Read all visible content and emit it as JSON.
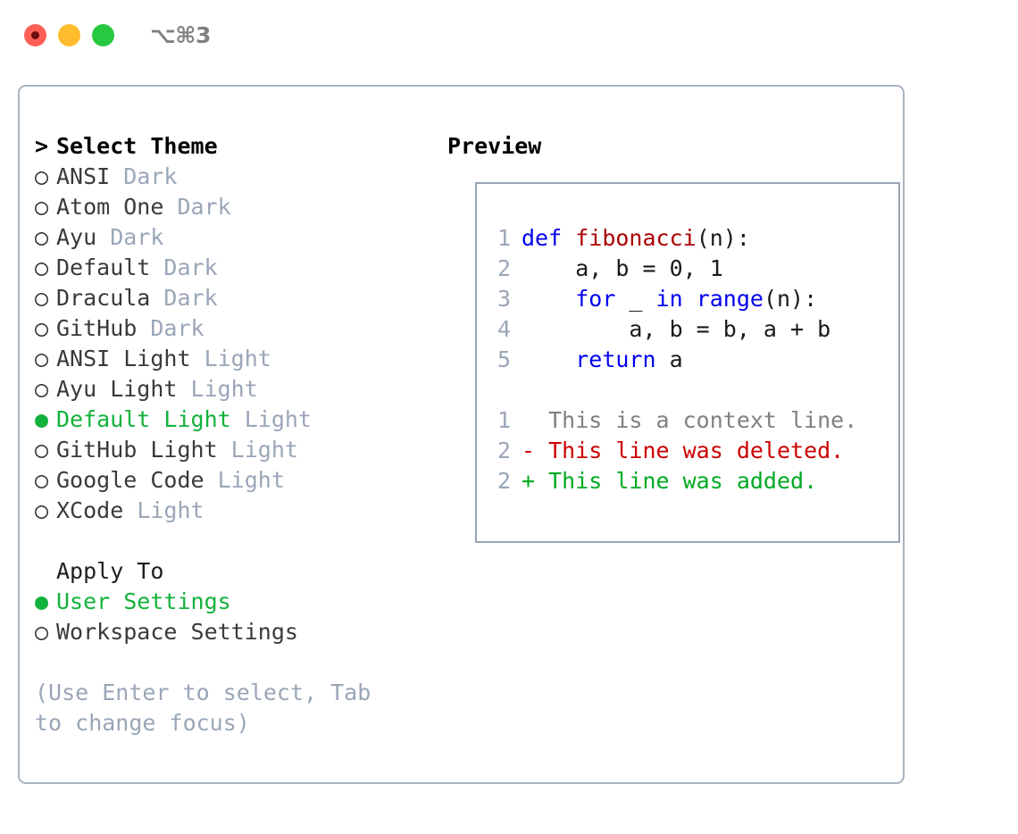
{
  "titlebar": {
    "shortcut": "⌥⌘3",
    "buttons": [
      {
        "name": "close",
        "color": "#ff5f57"
      },
      {
        "name": "minimize",
        "color": "#ffbd2e"
      },
      {
        "name": "maximize",
        "color": "#28c840"
      }
    ]
  },
  "theme_panel": {
    "heading": "Select Theme",
    "marker": ">",
    "selected_bullet": "●",
    "unselected_bullet": "○",
    "items": [
      {
        "label": "ANSI",
        "variant": "Dark",
        "selected": false
      },
      {
        "label": "Atom One",
        "variant": "Dark",
        "selected": false
      },
      {
        "label": "Ayu",
        "variant": "Dark",
        "selected": false
      },
      {
        "label": "Default",
        "variant": "Dark",
        "selected": false
      },
      {
        "label": "Dracula",
        "variant": "Dark",
        "selected": false
      },
      {
        "label": "GitHub",
        "variant": "Dark",
        "selected": false
      },
      {
        "label": "ANSI Light",
        "variant": "Light",
        "selected": false
      },
      {
        "label": "Ayu Light",
        "variant": "Light",
        "selected": false
      },
      {
        "label": "Default Light",
        "variant": "Light",
        "selected": true
      },
      {
        "label": "GitHub Light",
        "variant": "Light",
        "selected": false
      },
      {
        "label": "Google Code",
        "variant": "Light",
        "selected": false
      },
      {
        "label": "XCode",
        "variant": "Light",
        "selected": false
      }
    ]
  },
  "apply_to": {
    "heading": "Apply To",
    "items": [
      {
        "label": "User Settings",
        "selected": true
      },
      {
        "label": "Workspace Settings",
        "selected": false
      }
    ]
  },
  "hint": "(Use Enter to select, Tab to change focus)",
  "preview": {
    "heading": "Preview",
    "code_lines": [
      {
        "num": "1",
        "tokens": [
          {
            "t": "def ",
            "c": "kw"
          },
          {
            "t": "fibonacci",
            "c": "fn"
          },
          {
            "t": "(n):",
            "c": "plain"
          }
        ]
      },
      {
        "num": "2",
        "tokens": [
          {
            "t": "    a, b = 0, 1",
            "c": "plain"
          }
        ]
      },
      {
        "num": "3",
        "tokens": [
          {
            "t": "    ",
            "c": "plain"
          },
          {
            "t": "for",
            "c": "kw"
          },
          {
            "t": " _ ",
            "c": "plain"
          },
          {
            "t": "in ",
            "c": "kw"
          },
          {
            "t": "range",
            "c": "kw"
          },
          {
            "t": "(n):",
            "c": "plain"
          }
        ]
      },
      {
        "num": "4",
        "tokens": [
          {
            "t": "        a, b = b, a + b",
            "c": "plain"
          }
        ]
      },
      {
        "num": "5",
        "tokens": [
          {
            "t": "    ",
            "c": "plain"
          },
          {
            "t": "return",
            "c": "kw"
          },
          {
            "t": " a",
            "c": "plain"
          }
        ]
      }
    ],
    "diff_lines": [
      {
        "num": "1",
        "sign": " ",
        "text": "  This is a context line.",
        "kind": "ctx"
      },
      {
        "num": "2",
        "sign": "-",
        "text": "- This line was deleted.",
        "kind": "del"
      },
      {
        "num": "2",
        "sign": "+",
        "text": "+ This line was added.",
        "kind": "add"
      }
    ]
  },
  "colors": {
    "accent_green": "#13b23c",
    "muted": "#9aa6b8",
    "keyword": "#0000ee",
    "function": "#aa0000",
    "diff_deleted": "#cc0000",
    "diff_added": "#00aa22",
    "border": "#aab4c0"
  }
}
